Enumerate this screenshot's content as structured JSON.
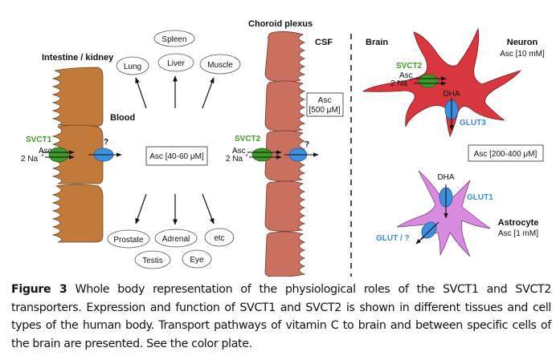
{
  "figure": {
    "regions": {
      "intestine": "Intestine / kidney",
      "blood": "Blood",
      "choroid": "Choroid plexus",
      "csf": "CSF",
      "brain": "Brain"
    },
    "transporters": {
      "svct1": "SVCT1",
      "svct2_choroid": "SVCT2",
      "svct2_neuron": "SVCT2",
      "glut3": "GLUT3",
      "glut1": "GLUT1",
      "glut_q": "GLUT / ?",
      "unknown1": "?",
      "unknown2": "?"
    },
    "ions": {
      "asc": "Asc",
      "na": "2 Na",
      "na_sup": "+",
      "dha": "DHA"
    },
    "concentrations": {
      "blood": "Asc [40-60 μM]",
      "csf_line1": "Asc",
      "csf_line2": "[500 μM]",
      "brain": "Asc [200-400 μM]",
      "neuron": "Asc [10 mM]",
      "astrocyte": "Asc [1 mM]"
    },
    "cells": {
      "neuron": "Neuron",
      "astrocyte": "Astrocyte"
    },
    "organs_top": [
      "Spleen",
      "Lung",
      "Liver",
      "Muscle"
    ],
    "organs_bottom": [
      "Prostate",
      "Adrenal",
      "etc",
      "Testis",
      "Eye"
    ],
    "colors": {
      "intestine_cell": "#c27a3a",
      "choroid_cell": "#c9705e",
      "neuron": "#d8373f",
      "astrocyte": "#d98be0",
      "svct_green": "#3c9a2b",
      "glut_blue": "#3d8fe0"
    }
  },
  "caption": {
    "label": "Figure 3",
    "text": " Whole body representation of the physiological roles of the SVCT1 and SVCT2 transporters. Expression and function of SVCT1 and SVCT2 is shown in different tissues and cell types of the human body. Transport pathways of vitamin C to brain and between specific cells of the brain are presented. See the color plate."
  }
}
